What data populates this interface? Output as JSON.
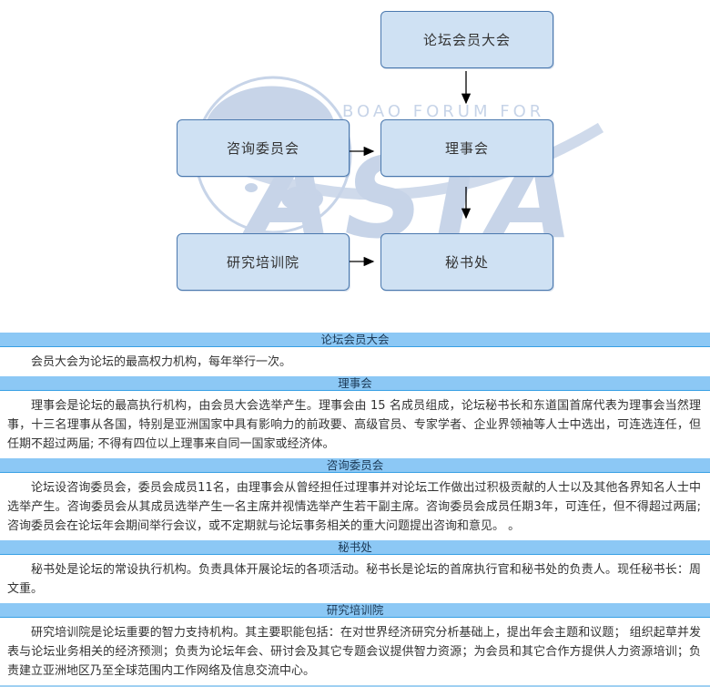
{
  "watermark": {
    "line1": "BOAO FORUM FOR",
    "line2": "ASIA",
    "color": "#c7d4e8"
  },
  "flowchart": {
    "box_fill": "#cfe1f3",
    "box_border": "#4a78ae",
    "boxes": [
      {
        "id": "assembly",
        "label": "论坛会员大会"
      },
      {
        "id": "advisory",
        "label": "咨询委员会"
      },
      {
        "id": "council",
        "label": "理事会"
      },
      {
        "id": "institute",
        "label": "研究培训院"
      },
      {
        "id": "secretariat",
        "label": "秘书处"
      }
    ],
    "edges": [
      {
        "from": "论坛会员大会",
        "to": "理事会"
      },
      {
        "from": "咨询委员会",
        "to": "理事会"
      },
      {
        "from": "理事会",
        "to": "秘书处"
      },
      {
        "from": "研究培训院",
        "to": "秘书处"
      }
    ]
  },
  "sections": [
    {
      "title": "论坛会员大会",
      "body": "会员大会为论坛的最高权力机构，每年举行一次。"
    },
    {
      "title": "理事会",
      "body": "理事会是论坛的最高执行机构，由会员大会选举产生。理事会由 15 名成员组成，论坛秘书长和东道国首席代表为理事会当然理事，十三名理事从各国，特别是亚洲国家中具有影响力的前政要、高级官员、专家学者、企业界领袖等人士中选出，可连选连任，但任期不超过两届; 不得有四位以上理事来自同一国家或经济体。"
    },
    {
      "title": "咨询委员会",
      "body": "论坛设咨询委员会，委员会成员11名，由理事会从曾经担任过理事并对论坛工作做出过积极贡献的人士以及其他各界知名人士中 选举产生。咨询委员会从其成员选举产生一名主席并视情选举产生若干副主席。咨询委员会成员任期3年，可连任，但不得超过两届; 咨询委员会在论坛年会期间举行会议，或不定期就与论坛事务相关的重大问题提出咨询和意见。 。"
    },
    {
      "title": "秘书处",
      "body": "秘书处是论坛的常设执行机构。负责具体开展论坛的各项活动。秘书长是论坛的首席执行官和秘书处的负责人。现任秘书长：周文重。"
    },
    {
      "title": "研究培训院",
      "body": "研究培训院是论坛重要的智力支持机构。其主要职能包括：在对世界经济研究分析基础上，提出年会主题和议题； 组织起草并发表与论坛业务相关的经济预测；负责为论坛年会、研讨会及其它专题会议提供智力资源；为会员和其它合作方提供人力资源培训；负责建立亚洲地区乃至全球范围内工作网络及信息交流中心。"
    }
  ],
  "colors": {
    "header_bar": "#8cc8f5",
    "header_bar_border": "#38a0e4",
    "box_fill": "#cfe1f3",
    "box_border": "#4a78ae",
    "watermark": "#c7d4e8",
    "body_text": "#333333",
    "bottom_line": "#9fd0f2"
  }
}
